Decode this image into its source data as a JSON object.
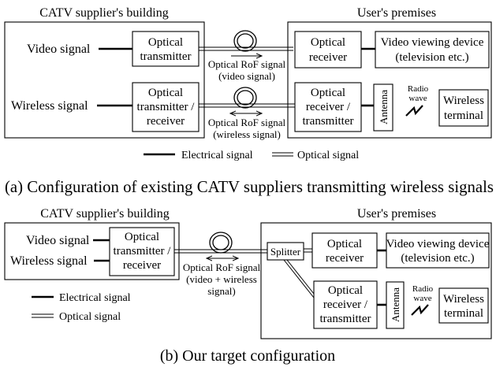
{
  "part_a": {
    "supplier_title": "CATV supplier's building",
    "user_title": "User's premises",
    "video_signal": "Video signal",
    "wireless_signal": "Wireless signal",
    "optical_transmitter": [
      "Optical",
      "transmitter"
    ],
    "optical_transmitter_receiver": [
      "Optical",
      "transmitter /",
      "receiver"
    ],
    "rof_video": [
      "Optical RoF signal",
      "(video signal)"
    ],
    "rof_wireless": [
      "Optical RoF signal",
      "(wireless signal)"
    ],
    "optical_receiver": [
      "Optical",
      "receiver"
    ],
    "optical_receiver_transmitter": [
      "Optical",
      "receiver /",
      "transmitter"
    ],
    "video_device": [
      "Video viewing device",
      "(television etc.)"
    ],
    "antenna": "Antenna",
    "radio_wave": [
      "Radio",
      "wave"
    ],
    "wireless_terminal": [
      "Wireless",
      "terminal"
    ],
    "legend_electrical": "Electrical signal",
    "legend_optical": "Optical signal",
    "caption": "(a) Configuration of existing CATV suppliers transmitting wireless signals"
  },
  "part_b": {
    "supplier_title": "CATV supplier's building",
    "user_title": "User's premises",
    "video_signal": "Video signal",
    "wireless_signal": "Wireless signal",
    "optical_transmitter_receiver": [
      "Optical",
      "transmitter /",
      "receiver"
    ],
    "rof_combined": [
      "Optical RoF signal",
      "(video + wireless",
      "signal)"
    ],
    "splitter": "Splitter",
    "optical_receiver": [
      "Optical",
      "receiver"
    ],
    "optical_receiver_transmitter": [
      "Optical",
      "receiver /",
      "transmitter"
    ],
    "video_device": [
      "Video viewing device",
      "(television etc.)"
    ],
    "antenna": "Antenna",
    "radio_wave": [
      "Radio",
      "wave"
    ],
    "wireless_terminal": [
      "Wireless",
      "terminal"
    ],
    "legend_electrical": "Electrical signal",
    "legend_optical": "Optical signal",
    "caption": "(b) Our target configuration"
  }
}
